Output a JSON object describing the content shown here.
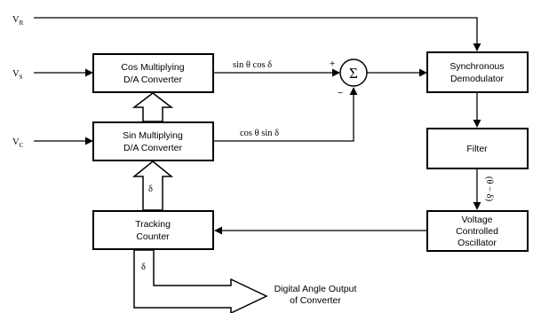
{
  "inputs": {
    "vr": {
      "main": "V",
      "sub": "R"
    },
    "vs": {
      "main": "V",
      "sub": "S"
    },
    "vc": {
      "main": "V",
      "sub": "C"
    }
  },
  "blocks": {
    "cos_mdac": {
      "line1": "Cos Multiplying",
      "line2": "D/A Converter"
    },
    "sin_mdac": {
      "line1": "Sin Multiplying",
      "line2": "D/A Converter"
    },
    "tracking_counter": {
      "line1": "Tracking",
      "line2": "Counter"
    },
    "sync_demod": {
      "line1": "Synchronous",
      "line2": "Demodulator"
    },
    "filter": {
      "line1": "Filter"
    },
    "vco": {
      "line1": "Voltage",
      "line2": "Controlled",
      "line3": "Oscillator"
    }
  },
  "summer": {
    "symbol": "Σ",
    "plus": "+",
    "minus": "−"
  },
  "signals": {
    "cos_output": "sin θ cos δ",
    "sin_output": "cos θ sin δ",
    "error": "(θ − δ)",
    "delta_upper": "δ",
    "delta_lower": "δ"
  },
  "output": {
    "line1": "Digital Angle Output",
    "line2": "of Converter"
  }
}
